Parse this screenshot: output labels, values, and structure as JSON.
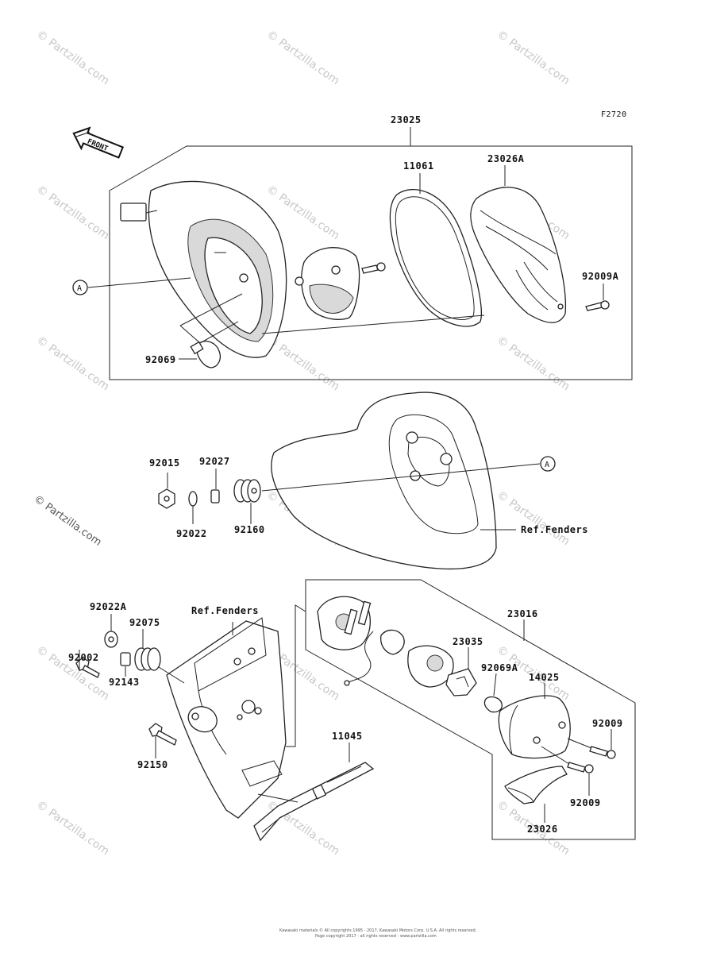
{
  "diagram_code": "F2720",
  "front_label": "FRONT",
  "callout_a": "A",
  "ref_fenders": "Ref.Fenders",
  "watermark": "© Partzilla.com",
  "footer_line1": "Kawasaki materials ©  All copyrights 1995 - 2017, Kawasaki Motors Corp. U.S.A. All rights reserved.",
  "footer_line2": "Page copyright 2017 - all rights reserved - www.partzilla.com",
  "parts": {
    "p23025": "23025",
    "p11061": "11061",
    "p23026A": "23026A",
    "p92009A": "92009A",
    "p92069": "92069",
    "p92015": "92015",
    "p92027": "92027",
    "p92022": "92022",
    "p92160": "92160",
    "p92022A": "92022A",
    "p92075": "92075",
    "p92002": "92002",
    "p92143": "92143",
    "p92150": "92150",
    "p11045": "11045",
    "p23016": "23016",
    "p23035": "23035",
    "p92069A": "92069A",
    "p14025": "14025",
    "p92009a": "92009",
    "p92009b": "92009",
    "p23026": "23026"
  }
}
